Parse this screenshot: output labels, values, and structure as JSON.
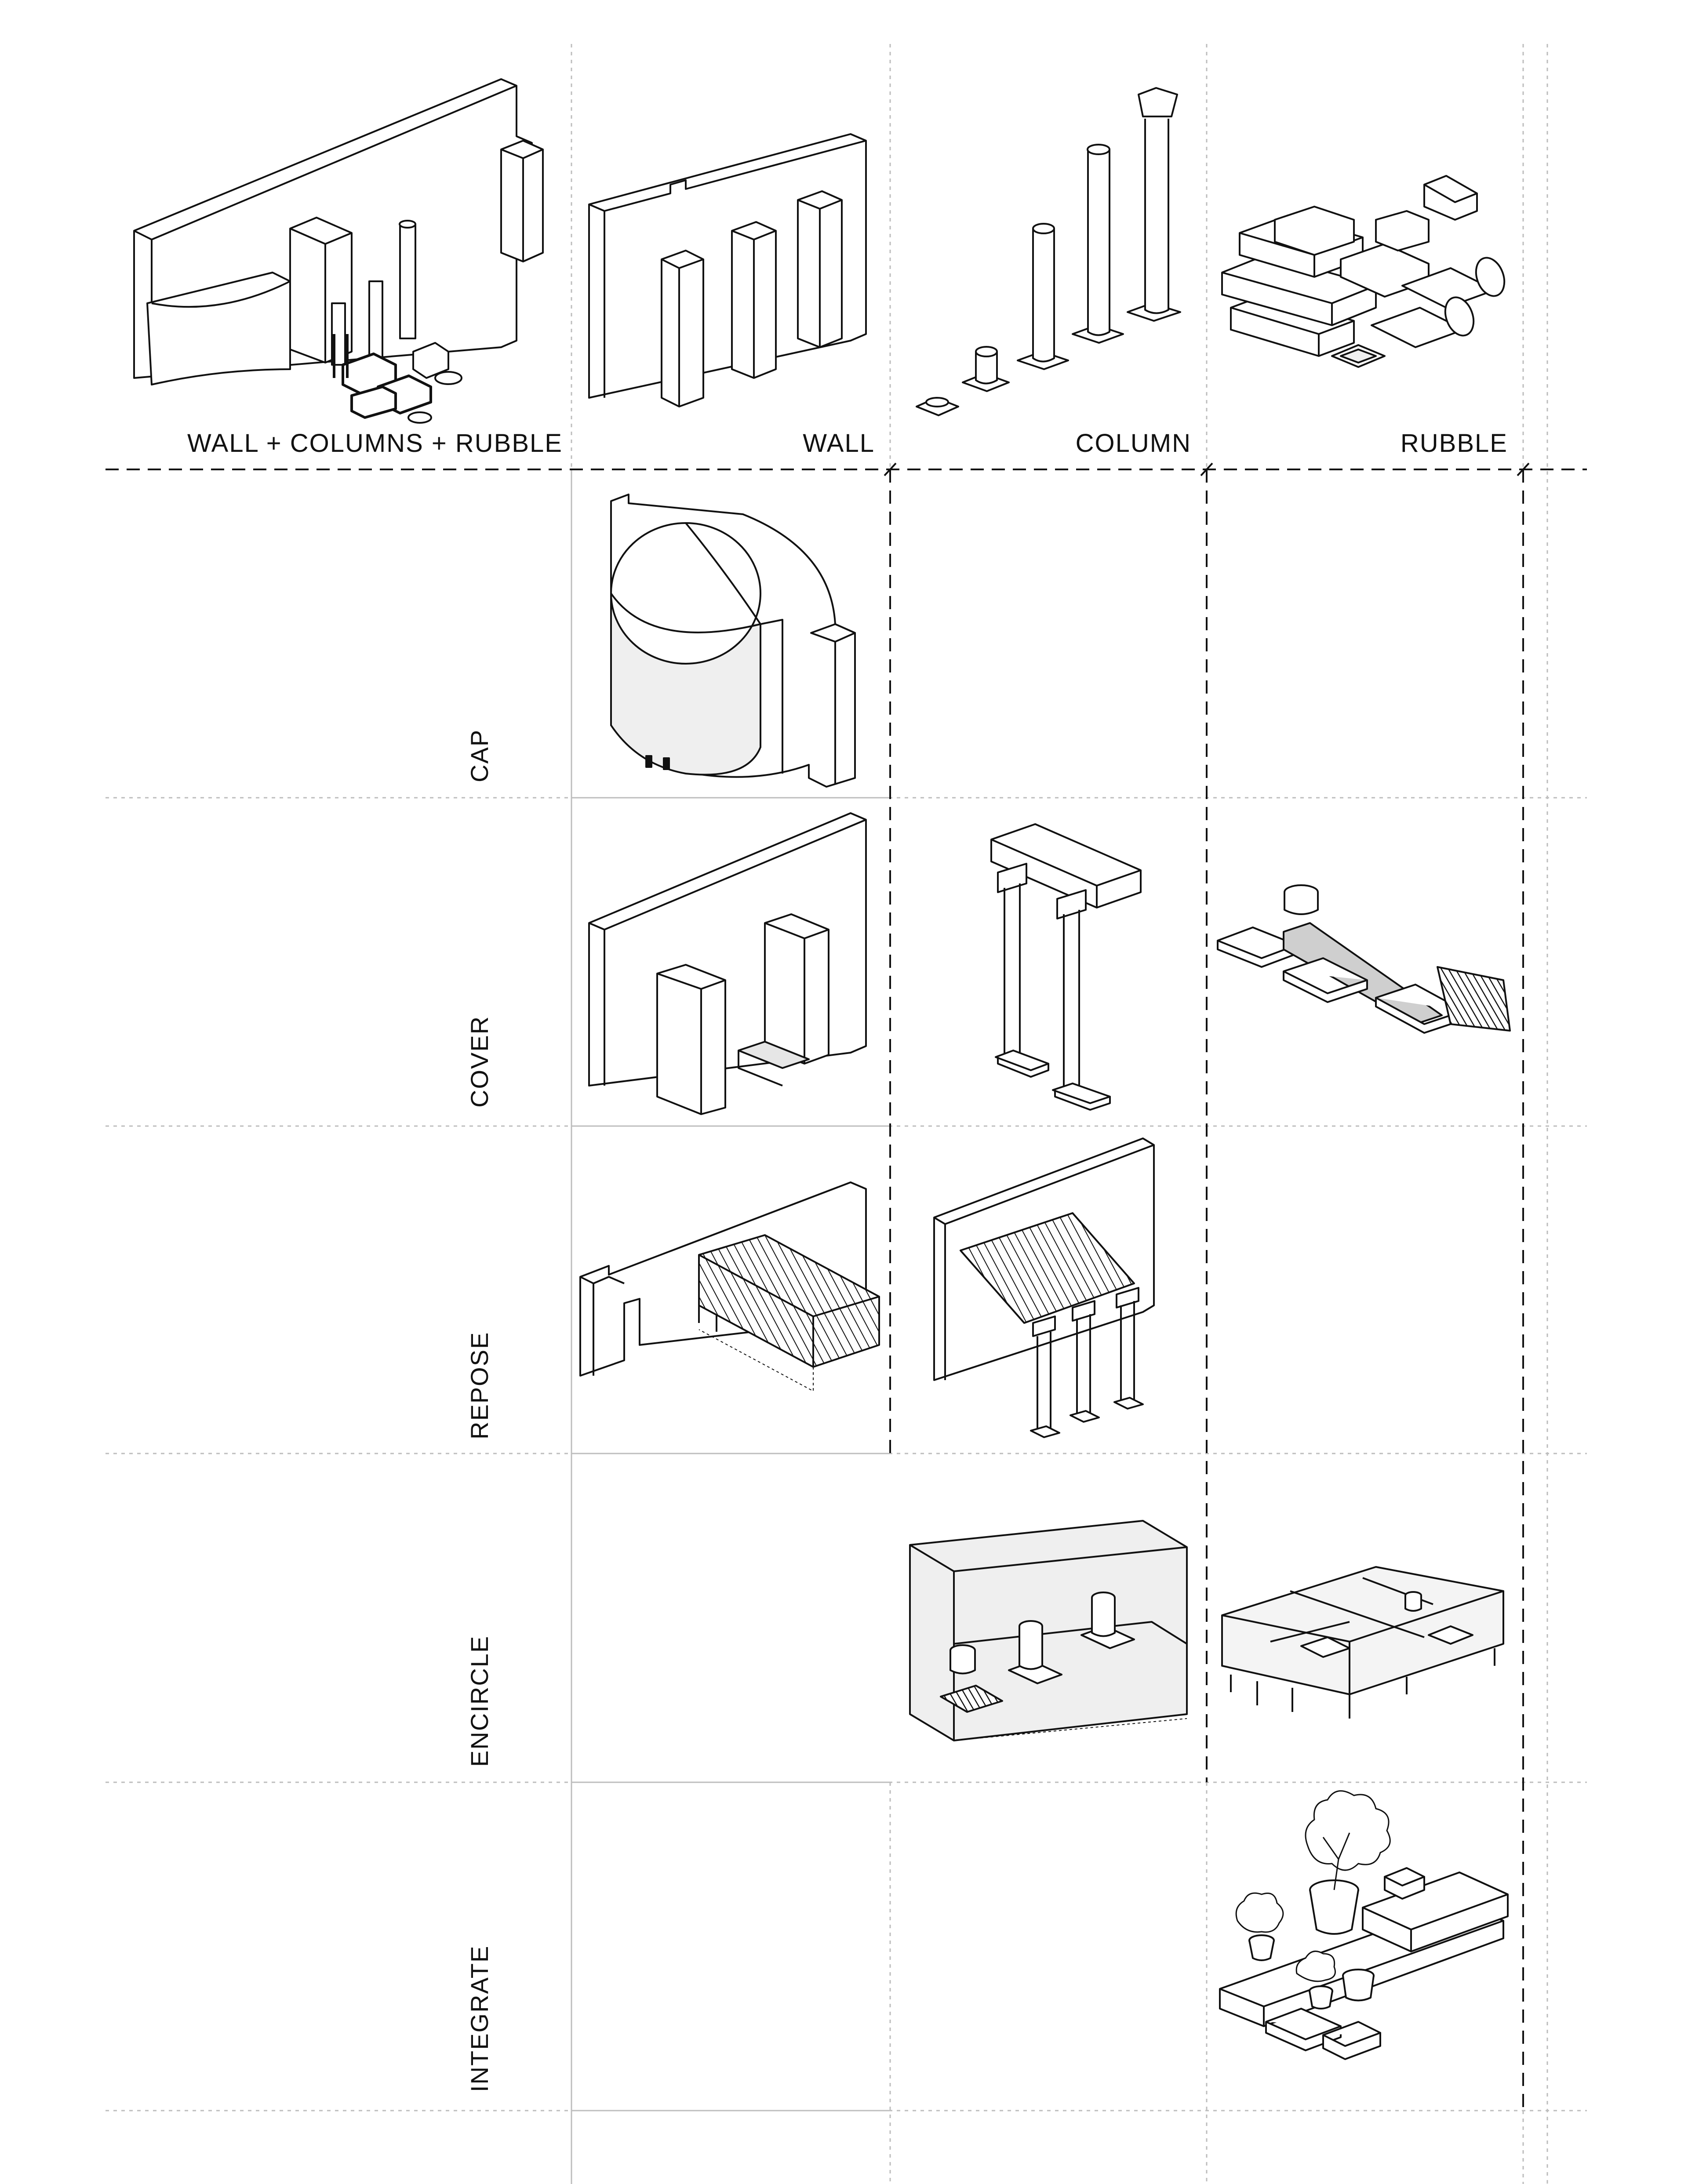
{
  "column_headers": [
    "WALL + COLUMNS + RUBBLE",
    "WALL",
    "COLUMN",
    "RUBBLE"
  ],
  "row_labels": [
    "CAP",
    "COVER",
    "REPOSE",
    "ENCIRCLE",
    "INTEGRATE"
  ],
  "colors": {
    "line": "#111111",
    "grid": "#bdbdbd",
    "fill_light": "#efefef",
    "fill_white": "#ffffff"
  }
}
